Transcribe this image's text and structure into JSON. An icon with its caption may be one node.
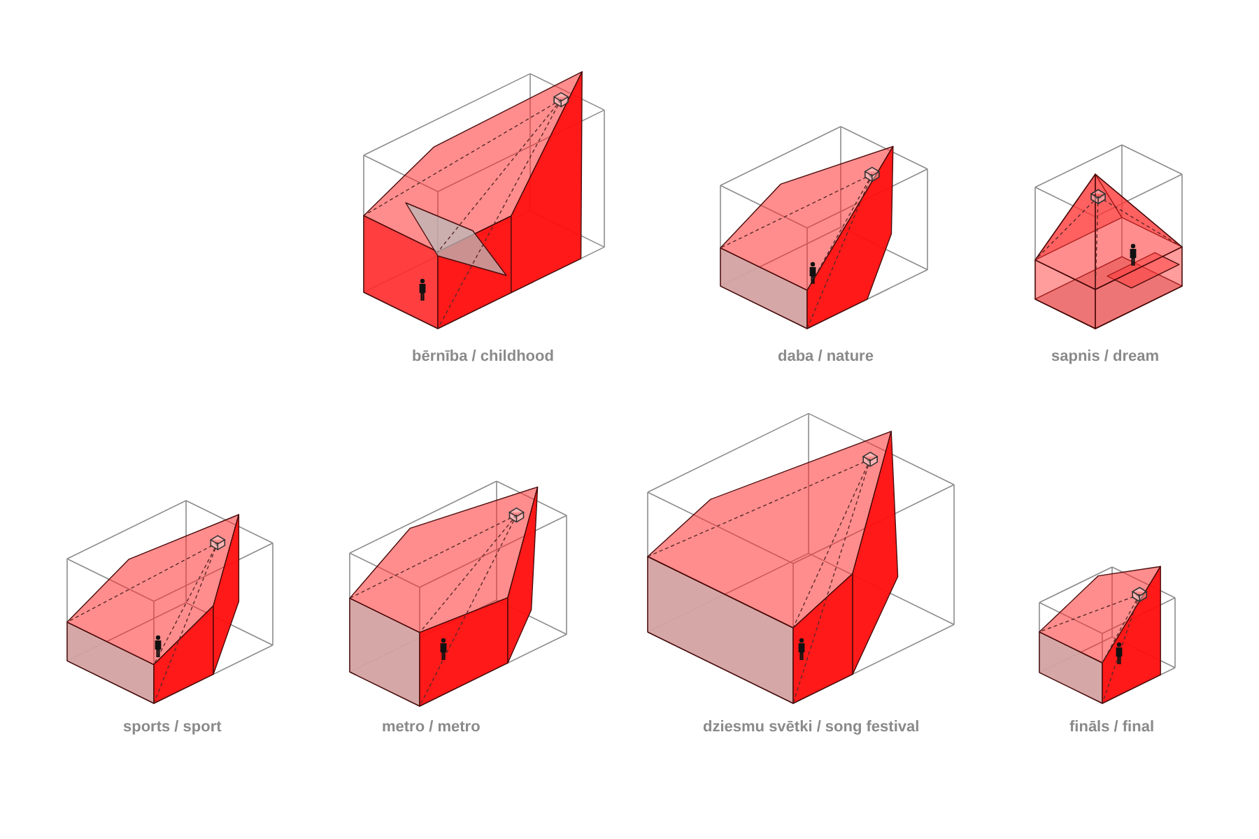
{
  "diagram": {
    "labels": [
      "bērnība / childhood",
      "daba / nature",
      "sapnis / dream",
      "sports / sport",
      "metro / metro",
      "dziesmu svētki / song festival",
      "fināls / final"
    ]
  }
}
